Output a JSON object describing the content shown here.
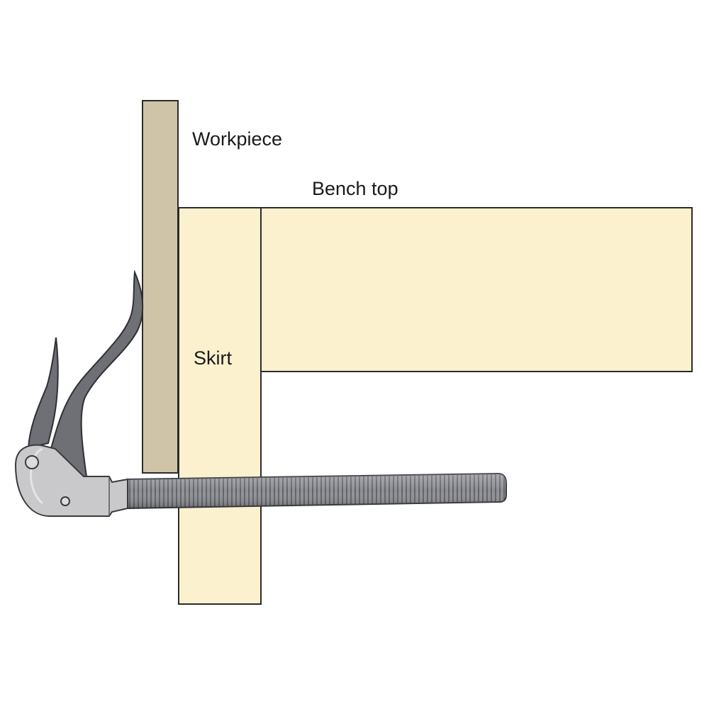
{
  "labels": {
    "workpiece": "Workpiece",
    "bench_top": "Bench top",
    "skirt": "Skirt"
  },
  "colors": {
    "background": "#ffffff",
    "bench_wood": "#fcf1cf",
    "workpiece_wood": "#d0c4a8",
    "outline": "#2b2b2b",
    "holdfast_dark": "#6e7075",
    "holdfast_body": "#c9c9cb",
    "holdfast_shaft": "#8e9095"
  },
  "icons": {
    "holdfast": "holdfast-clamp-icon"
  }
}
